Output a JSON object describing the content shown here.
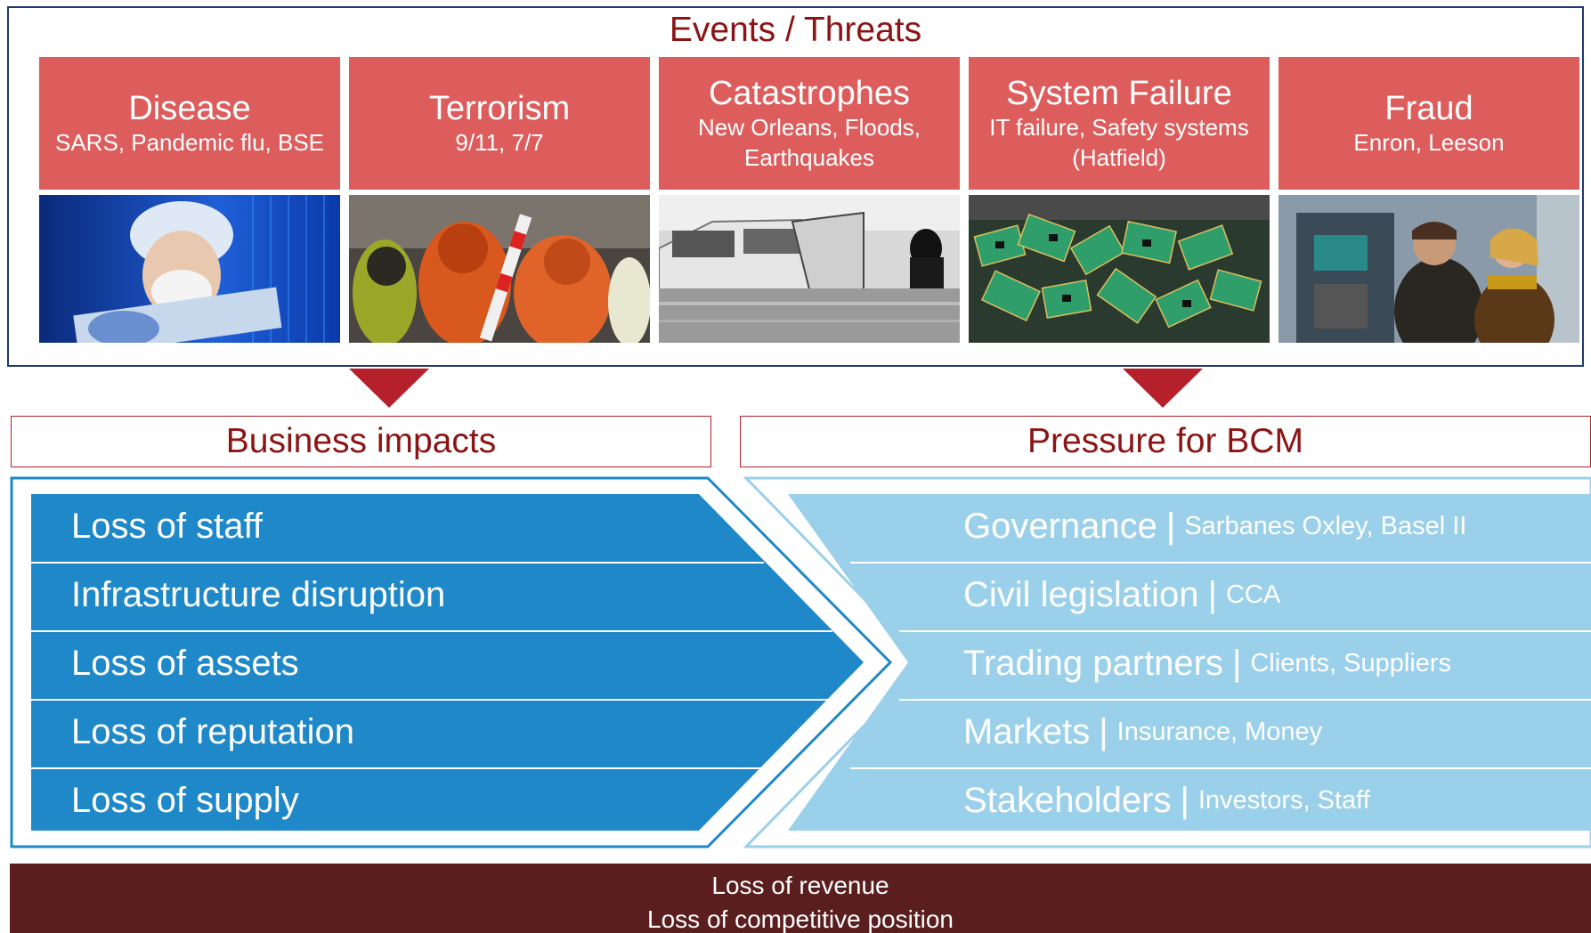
{
  "events": {
    "title": "Events / Threats",
    "items": [
      {
        "name": "Disease",
        "details": "SARS, Pandemic flu, BSE",
        "photo": "masked-scientist-photo"
      },
      {
        "name": "Terrorism",
        "details": "9/11, 7/7",
        "photo": "hazmat-responders-photo"
      },
      {
        "name": "Catastrophes",
        "details": "New Orleans, Floods, Earthquakes",
        "photo": "flooded-car-photo"
      },
      {
        "name": "System Failure",
        "details": "IT failure, Safety systems (Hatfield)",
        "photo": "circuit-boards-photo"
      },
      {
        "name": "Fraud",
        "details": "Enron, Leeson",
        "photo": "atm-people-photo"
      }
    ]
  },
  "business_impacts": {
    "title": "Business impacts",
    "items": [
      "Loss of staff",
      "Infrastructure disruption",
      "Loss of assets",
      "Loss of reputation",
      "Loss of supply"
    ]
  },
  "pressure": {
    "title": "Pressure for BCM",
    "items": [
      {
        "main": "Governance",
        "sep": "|",
        "detail": "Sarbanes Oxley, Basel II"
      },
      {
        "main": "Civil legislation",
        "sep": "|",
        "detail": "CCA"
      },
      {
        "main": "Trading partners",
        "sep": "|",
        "detail": "Clients, Suppliers"
      },
      {
        "main": "Markets",
        "sep": "|",
        "detail": "Insurance, Money"
      },
      {
        "main": "Stakeholders",
        "sep": "|",
        "detail": "Investors, Staff"
      }
    ]
  },
  "consequences": {
    "line1": "Loss of revenue",
    "line2": "Loss of competitive position"
  },
  "colors": {
    "title_red": "#8b1414",
    "event_box": "#dd5d5d",
    "impact_blue": "#1e88c8",
    "pressure_blue": "#9bd0ea",
    "bottom_bar": "#5a1e1e"
  }
}
